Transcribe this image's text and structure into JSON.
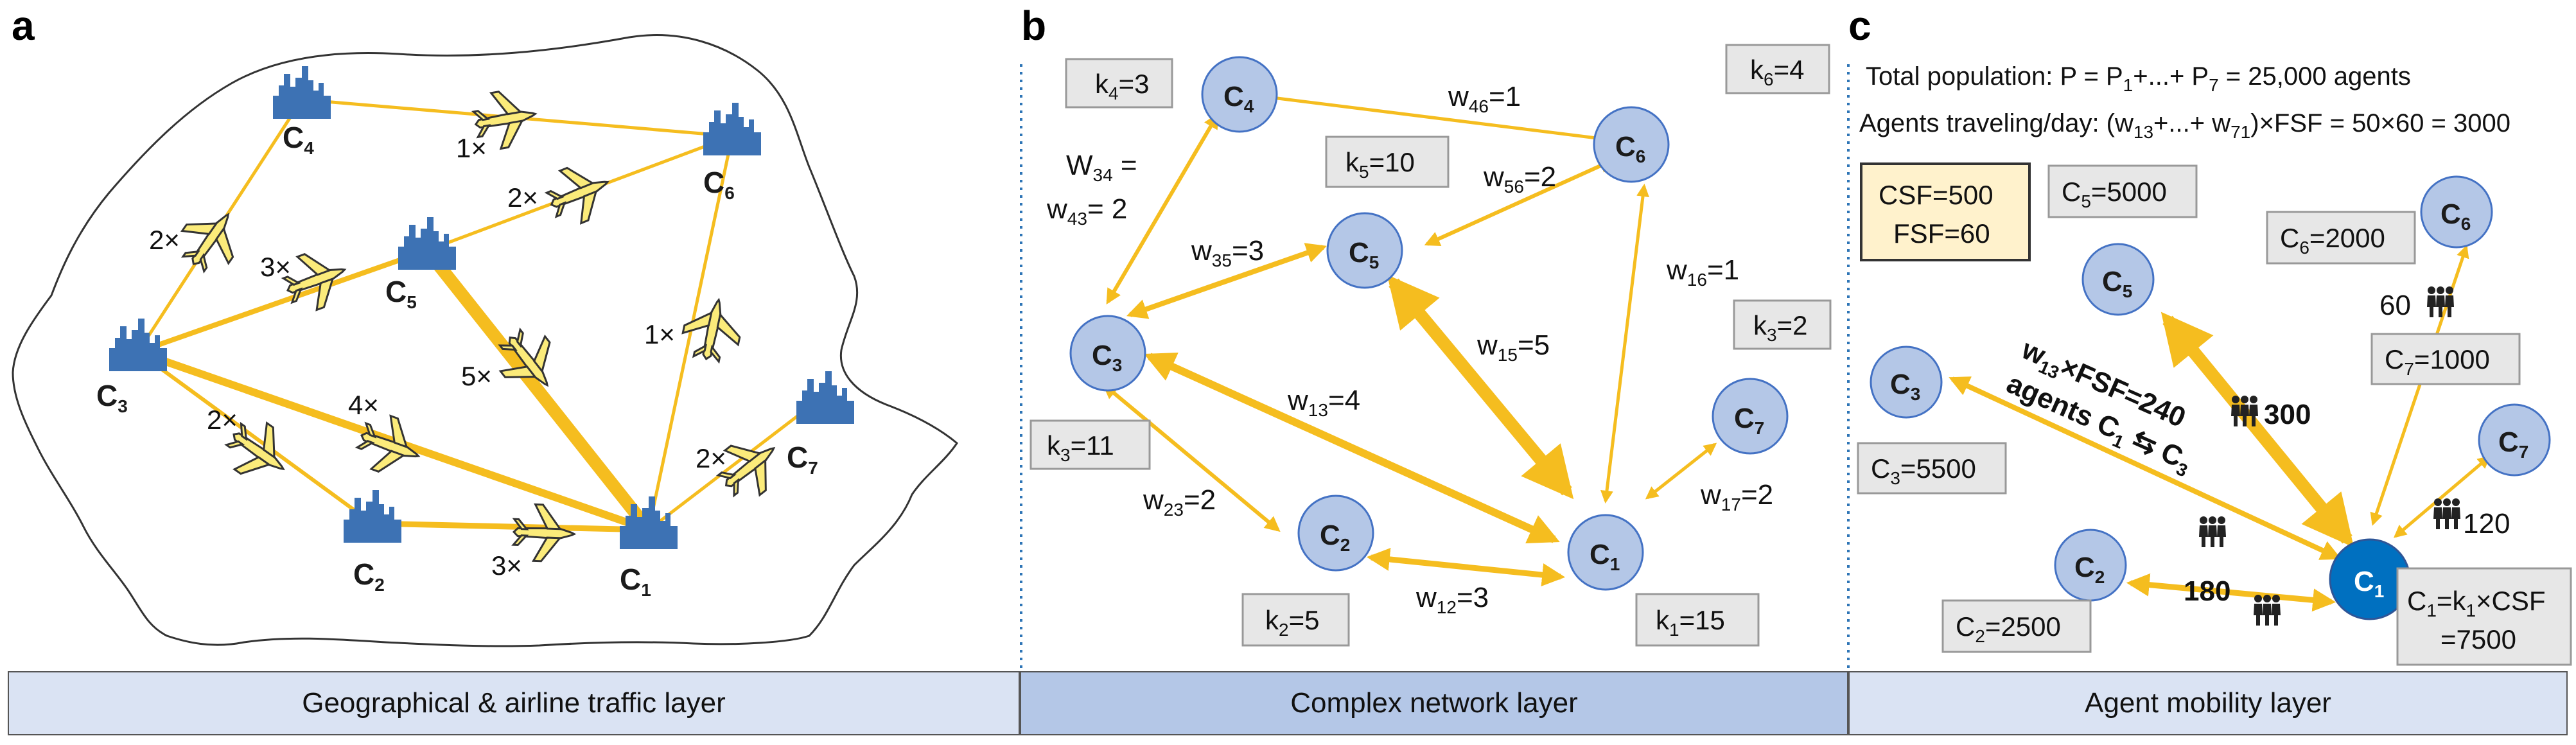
{
  "panels": {
    "a": "a",
    "b": "b",
    "c": "c"
  },
  "footer": {
    "geo": "Geographical & airline traffic layer",
    "net": "Complex network layer",
    "agent": "Agent mobility layer"
  },
  "cities": {
    "c1": "1",
    "c2": "2",
    "c3": "3",
    "c4": "4",
    "c5": "5",
    "c6": "6",
    "c7": "7",
    "letter": "C"
  },
  "flights": {
    "c4c3": "2×",
    "c4c6": "1×",
    "c5c6": "2×",
    "c3c5": "3×",
    "c5c1": "5×",
    "c6c1": "1×",
    "c3c1": "4×",
    "c3c2": "2×",
    "c2c1": "3×",
    "c1c7": "2×"
  },
  "network": {
    "k1": "15",
    "k2": "5",
    "k3": "11",
    "k4": "3",
    "k5": "10",
    "k6": "4",
    "k7": "2",
    "k_prefix": "k",
    "k_eq": "=",
    "W34_line1": "W",
    "W34_sub": "34",
    "W34_eq": " =",
    "w43_pre": "w",
    "w43_sub": "43",
    "w43_val": "= 2",
    "w46_sub": "46",
    "w46_val": "=1",
    "w56_sub": "56",
    "w56_val": "=2",
    "w35_sub": "35",
    "w35_val": "=3",
    "w16_sub": "16",
    "w16_val": "=1",
    "w15_sub": "15",
    "w15_val": "=5",
    "w13_sub": "13",
    "w13_val": "=4",
    "w23_sub": "23",
    "w23_val": "=2",
    "w17_sub": "17",
    "w17_val": "=2",
    "w12_sub": "12",
    "w12_val": "=3",
    "w": "w"
  },
  "mobility": {
    "total_population": "Total population: P = P",
    "tp_sub1": "1",
    "tp_mid": "+...+ P",
    "tp_sub7": "7",
    "tp_end": " = 25,000 agents",
    "agents_traveling": "Agents traveling/day: (w",
    "at_sub13": "13",
    "at_mid": "+...+ w",
    "at_sub71": "71",
    "at_end": ")×FSF = 50×60 = 3000",
    "csf": "CSF=500",
    "fsf": "FSF=60",
    "pop_c5": "5000",
    "pop_c6": "2000",
    "pop_c7": "1000",
    "pop_c3": "5500",
    "pop_c2": "2500",
    "pop_c1_l1": "=k",
    "pop_c1_l1b": "×CSF",
    "pop_c1_l2": "=7500",
    "flow_c6": "60",
    "flow_c5": "300",
    "flow_c7": "120",
    "flow_c2": "180",
    "diag1": "w",
    "diag1_sub": "13",
    "diag1_rest": "×FSF=240",
    "diag2": "agents C",
    "diag2_sub1": "1",
    "diag2_arrow": " ⇆ C",
    "diag2_sub3": "3"
  },
  "colors": {
    "edge": "#f5bd1f",
    "city": "#3d72b4",
    "node": "#b4c7e7",
    "node_stroke": "#4472c4",
    "c1_node": "#0070c0",
    "plane": "#fbeb7a",
    "footer1": "#dae3f3",
    "footer2": "#b4c7e7",
    "csf_box": "#fff2cc"
  }
}
